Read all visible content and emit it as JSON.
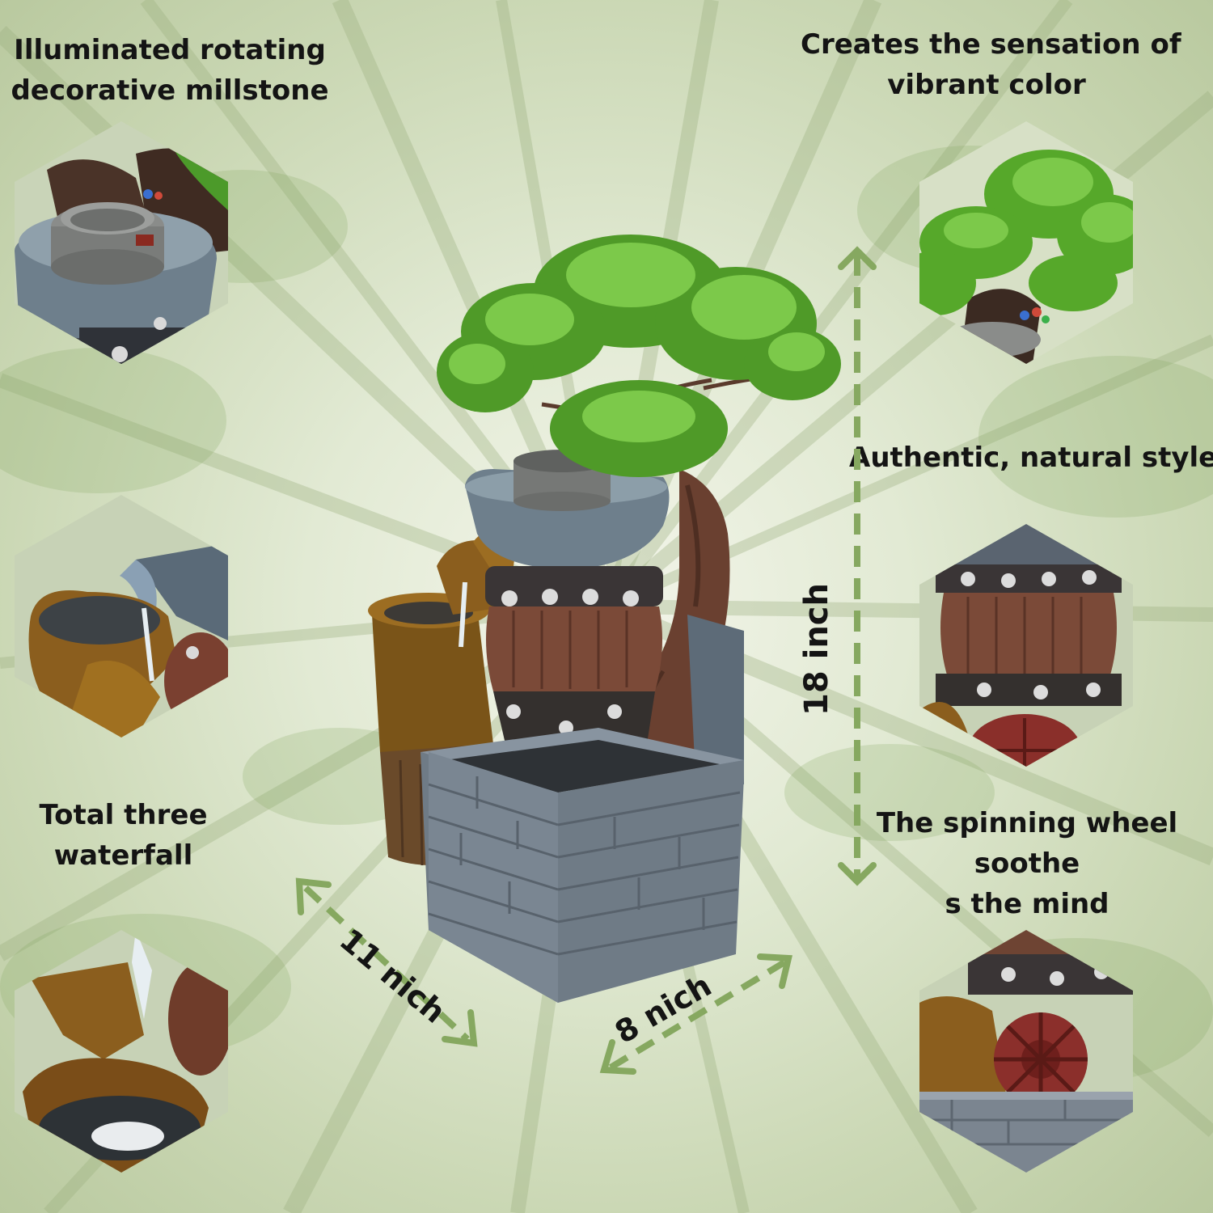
{
  "captions": {
    "millstone": [
      "Illuminated rotating",
      "decorative millstone"
    ],
    "vibrant": [
      "Creates the sensation of",
      "vibrant color"
    ],
    "natural": [
      "Authentic, natural style"
    ],
    "waterfall": [
      "Total three",
      "waterfall"
    ],
    "wheel": [
      "The spinning wheel",
      "soothe",
      "s the mind"
    ]
  },
  "dimensions": {
    "height": "18 inch",
    "length": "11 nich",
    "width": "8 nich"
  },
  "colors": {
    "arrow": "#86a860",
    "foliage": "#5aa52a",
    "stone": "#6e7f8c",
    "wood": "#6a4030"
  }
}
